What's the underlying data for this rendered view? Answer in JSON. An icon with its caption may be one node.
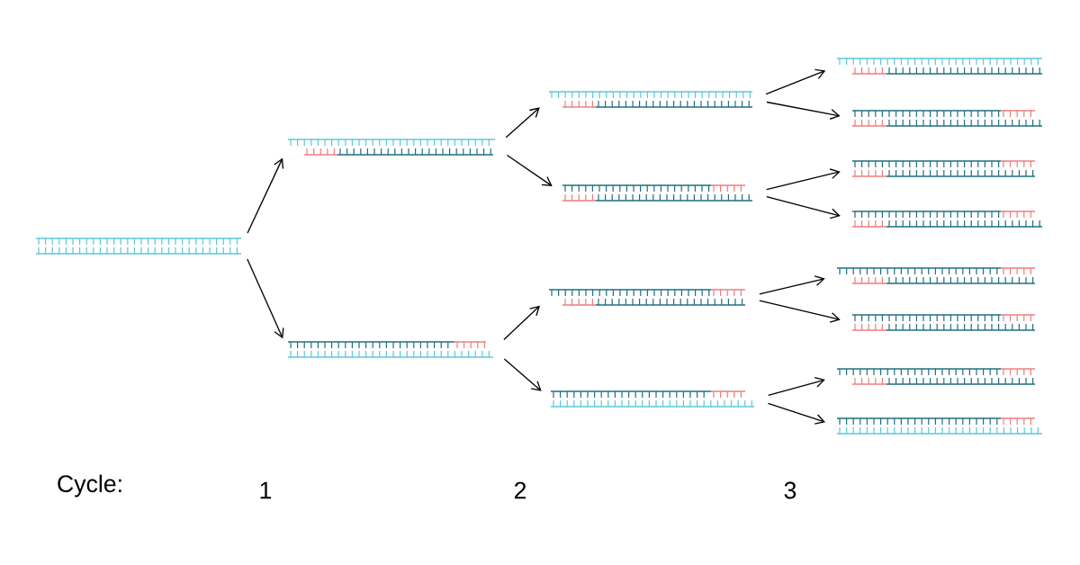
{
  "diagram": {
    "nodes": [
      {
        "text": [],
        "shape": "picture"
      },
      {
        "text": [],
        "shape": "picture"
      },
      {
        "text": [],
        "shape": "picture"
      },
      {
        "text": [],
        "shape": "picture"
      },
      {
        "text": [],
        "shape": "picture"
      },
      {
        "text": [],
        "shape": "picture"
      },
      {
        "text": [],
        "shape": "picture"
      },
      {
        "text": [],
        "shape": "picture"
      },
      {
        "text": [],
        "shape": "picture"
      },
      {
        "text": [],
        "shape": "picture"
      },
      {
        "text": [],
        "shape": "picture"
      },
      {
        "text": [],
        "shape": "picture"
      },
      {
        "text": [],
        "shape": "picture"
      },
      {
        "text": [],
        "shape": "picture"
      },
      {
        "text": [],
        "shape": "picture"
      }
    ],
    "edges": [
      {
        "from": 0,
        "to": 1,
        "arrow": "to"
      },
      {
        "from": 0,
        "to": 2,
        "arrow": "to"
      },
      {
        "from": 1,
        "to": 3,
        "arrow": "to"
      },
      {
        "from": 1,
        "to": 4,
        "arrow": "to"
      },
      {
        "from": 2,
        "to": 5,
        "arrow": "to"
      },
      {
        "from": 2,
        "to": 6,
        "arrow": "to"
      },
      {
        "from": 3,
        "to": 7,
        "arrow": "to"
      },
      {
        "from": 3,
        "to": 8,
        "arrow": "to"
      },
      {
        "from": 4,
        "to": 9,
        "arrow": "to"
      },
      {
        "from": 4,
        "to": 10,
        "arrow": "to"
      },
      {
        "from": 5,
        "to": 11,
        "arrow": "to"
      },
      {
        "from": 5,
        "to": 12,
        "arrow": "to"
      },
      {
        "from": 6,
        "to": 13,
        "arrow": "to"
      },
      {
        "from": 6,
        "to": 14,
        "arrow": "to"
      }
    ],
    "labels": [
      "Cycle:",
      "1",
      "2",
      "3"
    ]
  }
}
